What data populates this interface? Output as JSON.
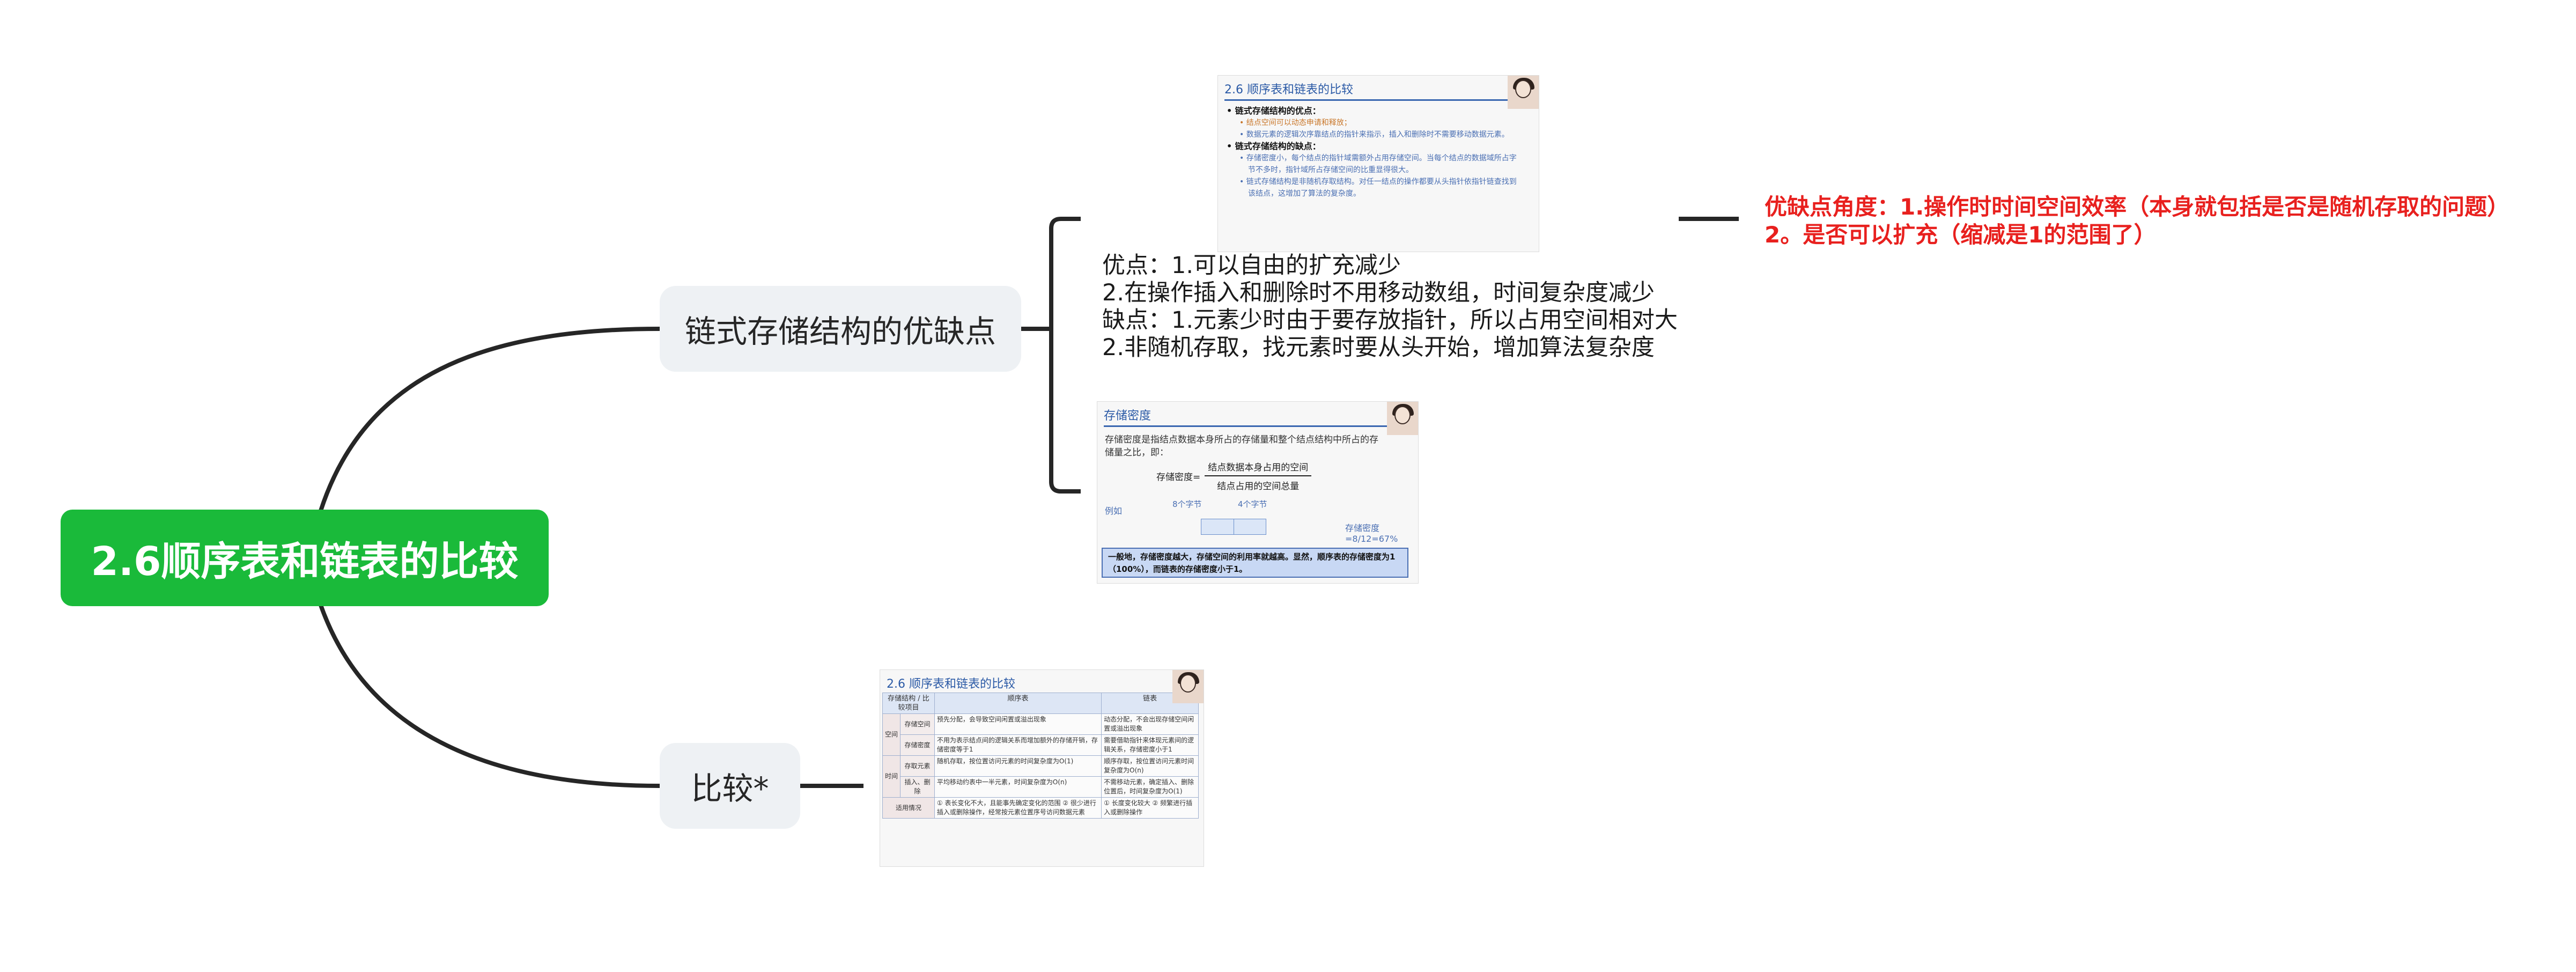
{
  "root": {
    "title": "2.6顺序表和链表的比较"
  },
  "branches": {
    "advantages": {
      "label": "链式存储结构的优缺点",
      "notes": [
        "优点：1.可以自由的扩充减少",
        "2.在操作插入和删除时不用移动数组，时间复杂度减少",
        "缺点：1.元素少时由于要存放指针，所以占用空间相对大",
        "2.非随机存取，找元素时要从头开始，增加算法复杂度"
      ],
      "red_note": [
        "优缺点角度：1.操作时时间空间效率（本身就包括是否是随机存取的问题）",
        "2。是否可以扩充（缩减是1的范围了）"
      ]
    },
    "compare": {
      "label": "比较*"
    }
  },
  "slide_pros_cons": {
    "header": "2.6 顺序表和链表的比较",
    "lines": [
      "• 链式存储结构的优点：",
      "• 结点空间可以动态申请和释放；",
      "• 数据元素的逻辑次序靠结点的指针来指示，插入和删除时不需要移动数据元素。",
      "• 链式存储结构的缺点：",
      "• 存储密度小，每个结点的指针域需额外占用存储空间。当每个结点的数据域所占字",
      "节不多时，指针域所占存储空间的比重显得很大。",
      "• 链式存储结构是非随机存取结构。对任一结点的操作都要从头指针依指针链查找到",
      "该结点，这增加了算法的复杂度。"
    ]
  },
  "slide_density": {
    "header": "存储密度",
    "definition": "存储密度是指结点数据本身所占的存储量和整个结点结构中所占的存储量之比，即：",
    "formula_label": "存储密度=",
    "numerator": "结点数据本身占用的空间",
    "denominator": "结点占用的空间总量",
    "example_label": "例如",
    "bytes_left": "8个字节",
    "bytes_right": "4个字节",
    "result": "存储密度=8/12=67%",
    "summary": "一般地，存储密度越大，存储空间的利用率就越高。显然，顺序表的存储密度为1（100%），而链表的存储密度小于1。"
  },
  "slide_table": {
    "header": "2.6 顺序表和链表的比较",
    "corner_top": "存储结构",
    "corner_bottom": "比较项目",
    "col_seq": "顺序表",
    "col_link": "链表",
    "groups": {
      "space": "空间",
      "time": "时间",
      "usage": "适用情况"
    },
    "rows": {
      "capacity": {
        "label": "存储空间",
        "seq": "预先分配，会导致空间闲置或溢出现象",
        "link": "动态分配，不会出现存储空间闲置或溢出现象"
      },
      "density": {
        "label": "存储密度",
        "seq": "不用为表示结点间的逻辑关系而增加额外的存储开销，存储密度等于1",
        "link": "需要借助指针来体现元素间的逻辑关系，存储密度小于1"
      },
      "access": {
        "label": "存取元素",
        "seq": "随机存取，按位置访问元素的时间复杂度为O(1)",
        "link": "顺序存取，按位置访问元素时间复杂度为O(n)"
      },
      "insert": {
        "label": "插入、删除",
        "seq": "平均移动约表中一半元素，时间复杂度为O(n)",
        "link": "不需移动元素，确定插入、删除位置后，时间复杂度为O(1)"
      },
      "usage": {
        "seq": "① 表长变化不大，且能事先确定变化的范围 ② 很少进行插入或删除操作，经常按元素位置序号访问数据元素",
        "link": "① 长度变化较大 ② 频繁进行插入或删除操作"
      }
    }
  },
  "colors": {
    "root_bg": "#1aba3a",
    "branch_bg": "#eef1f4",
    "connector": "#262626",
    "red_note": "#e8201e"
  }
}
